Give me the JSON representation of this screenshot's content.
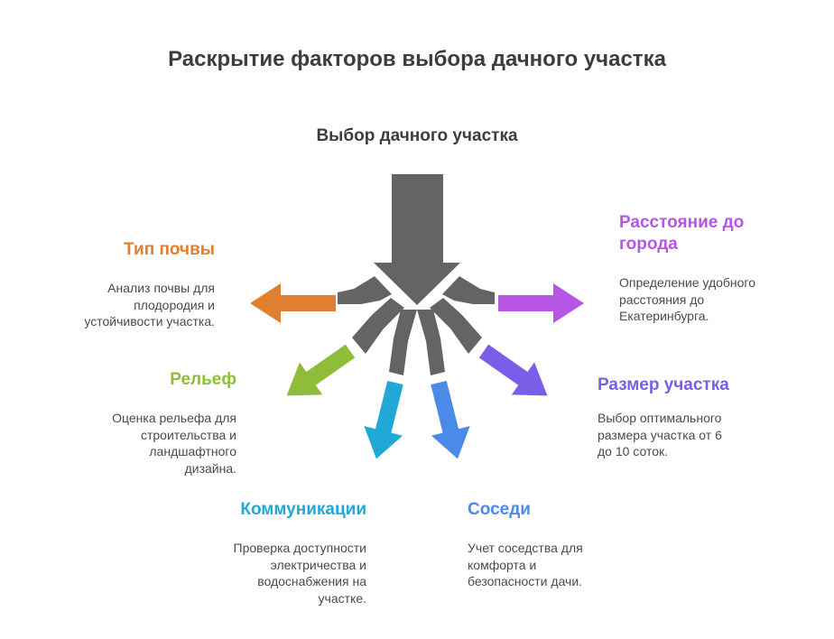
{
  "title": "Раскрытие факторов выбора дачного участка",
  "center_label": "Выбор дачного участка",
  "colors": {
    "central": "#646464",
    "soil": "#e07f2f",
    "relief": "#8fbd3a",
    "communications": "#22a8d6",
    "neighbors": "#4b8ae6",
    "size": "#7b5ee8",
    "distance": "#b655e6"
  },
  "factors": {
    "soil": {
      "title": "Тип почвы",
      "desc": [
        "Анализ почвы для",
        "плодородия и",
        "устойчивости участка."
      ]
    },
    "relief": {
      "title": "Рельеф",
      "desc": [
        "Оценка рельефа для",
        "строительства и",
        "ландшафтного",
        "дизайна."
      ]
    },
    "communications": {
      "title": "Коммуникации",
      "desc": [
        "Проверка доступности",
        "электричества и",
        "водоснабжения на",
        "участке."
      ]
    },
    "neighbors": {
      "title": "Соседи",
      "desc": [
        "Учет соседства для",
        "комфорта и",
        "безопасности дачи."
      ]
    },
    "size": {
      "title": "Размер участка",
      "desc": [
        "Выбор оптимального",
        "размера участка от 6",
        "до 10 соток."
      ]
    },
    "distance": {
      "title": [
        "Расстояние до",
        "города"
      ],
      "desc": [
        "Определение удобного",
        "расстояния до",
        "Екатеринбурга."
      ]
    }
  }
}
